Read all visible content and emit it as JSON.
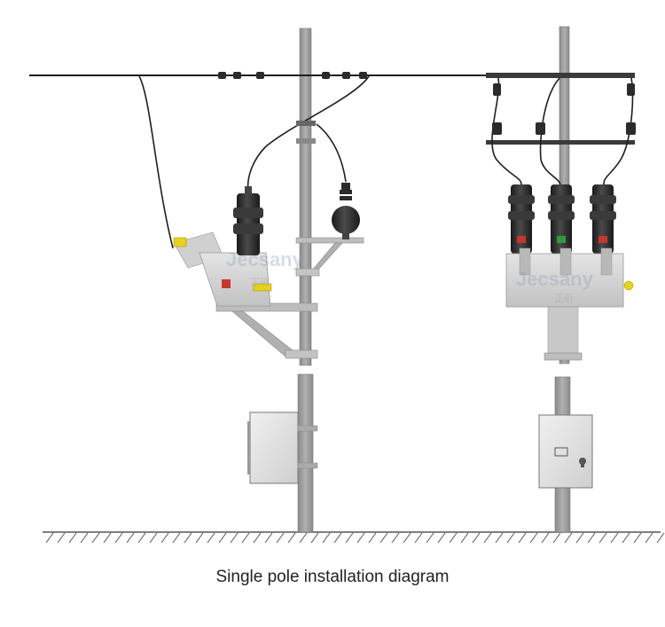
{
  "caption": "Single pole installation diagram",
  "watermark": {
    "brand": "Jecsany",
    "chinese": "正昕"
  },
  "colors": {
    "background": "#ffffff",
    "pole": "#9a9a9a",
    "pole_edge": "#7a7a7a",
    "wire": "#1e1e1e",
    "insulator": "#2b2b2b",
    "housing": "#d6d6d6",
    "housing_edge": "#9a9a9a",
    "bracket": "#b8b8b8",
    "ground": "#555555",
    "accent_yellow": "#e8d21a",
    "accent_red": "#c8352b",
    "accent_green": "#2e9a3c"
  }
}
